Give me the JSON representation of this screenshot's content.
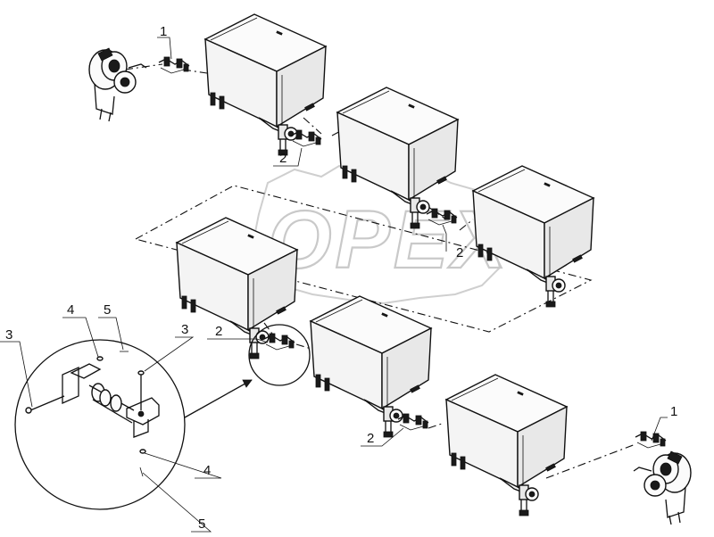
{
  "callouts": {
    "c1a": "1",
    "c1b": "1",
    "c2a": "2",
    "c2b": "2",
    "c2c": "2",
    "c2d": "2",
    "c3a": "3",
    "c3b": "3",
    "c4a": "4",
    "c4b": "4",
    "c5a": "5",
    "c5b": "5"
  },
  "watermark": {
    "text": "OPEX"
  }
}
